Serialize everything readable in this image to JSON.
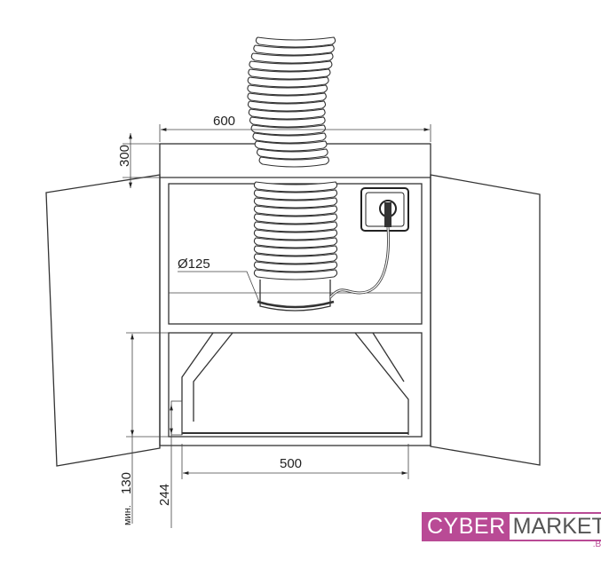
{
  "dimensions": {
    "width_cabinet": "600",
    "top_height": "300",
    "duct_diameter": "Ø125",
    "hood_width": "500",
    "min_prefix": "мин.",
    "min_height": "130",
    "hood_height": "244"
  },
  "logo": {
    "part1": "CYBER",
    "part2": "MARKET",
    "suffix": ".BY"
  },
  "colors": {
    "brand": "#b94a95",
    "line": "#333333"
  }
}
